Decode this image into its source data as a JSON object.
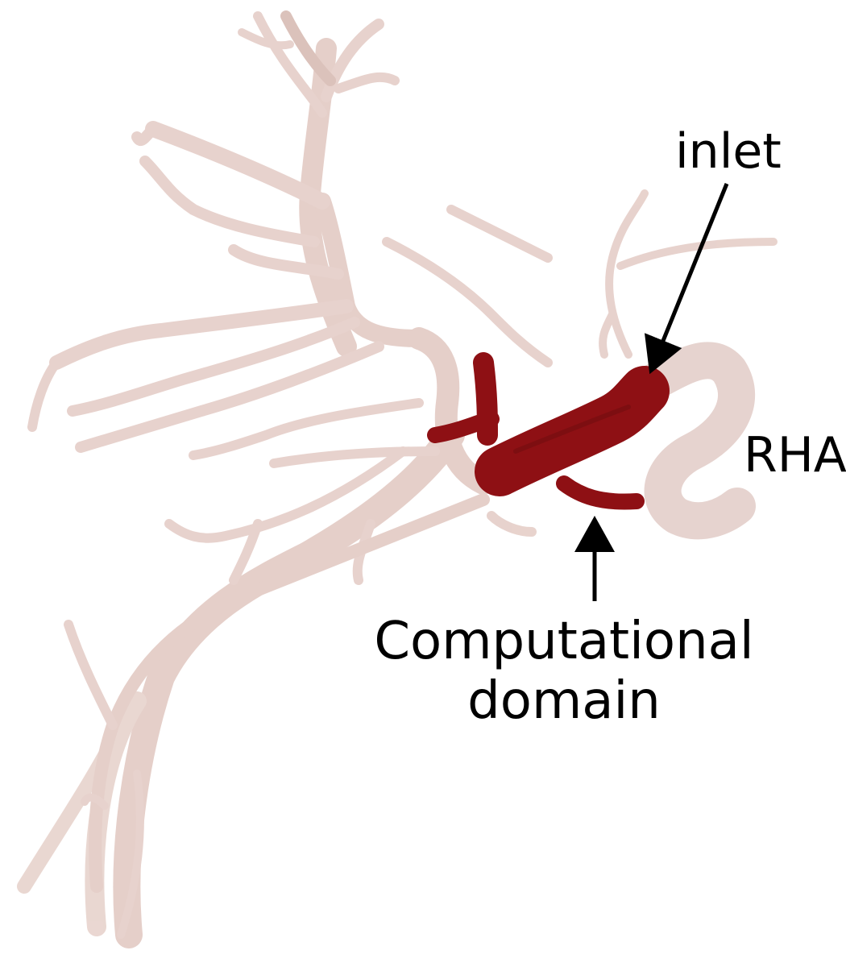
{
  "labels": {
    "inlet": "inlet",
    "rha": "RHA",
    "computational_domain_line1": "Computational",
    "computational_domain_line2": "domain"
  },
  "colors": {
    "vessel": "#e6cfc9",
    "vessel_edge": "#c9aea7",
    "vessel_shadow": "#b89c96",
    "domain": "#8e1014",
    "domain_edge": "#5e0a0c",
    "arrow": "#000000",
    "background": "#ffffff"
  }
}
